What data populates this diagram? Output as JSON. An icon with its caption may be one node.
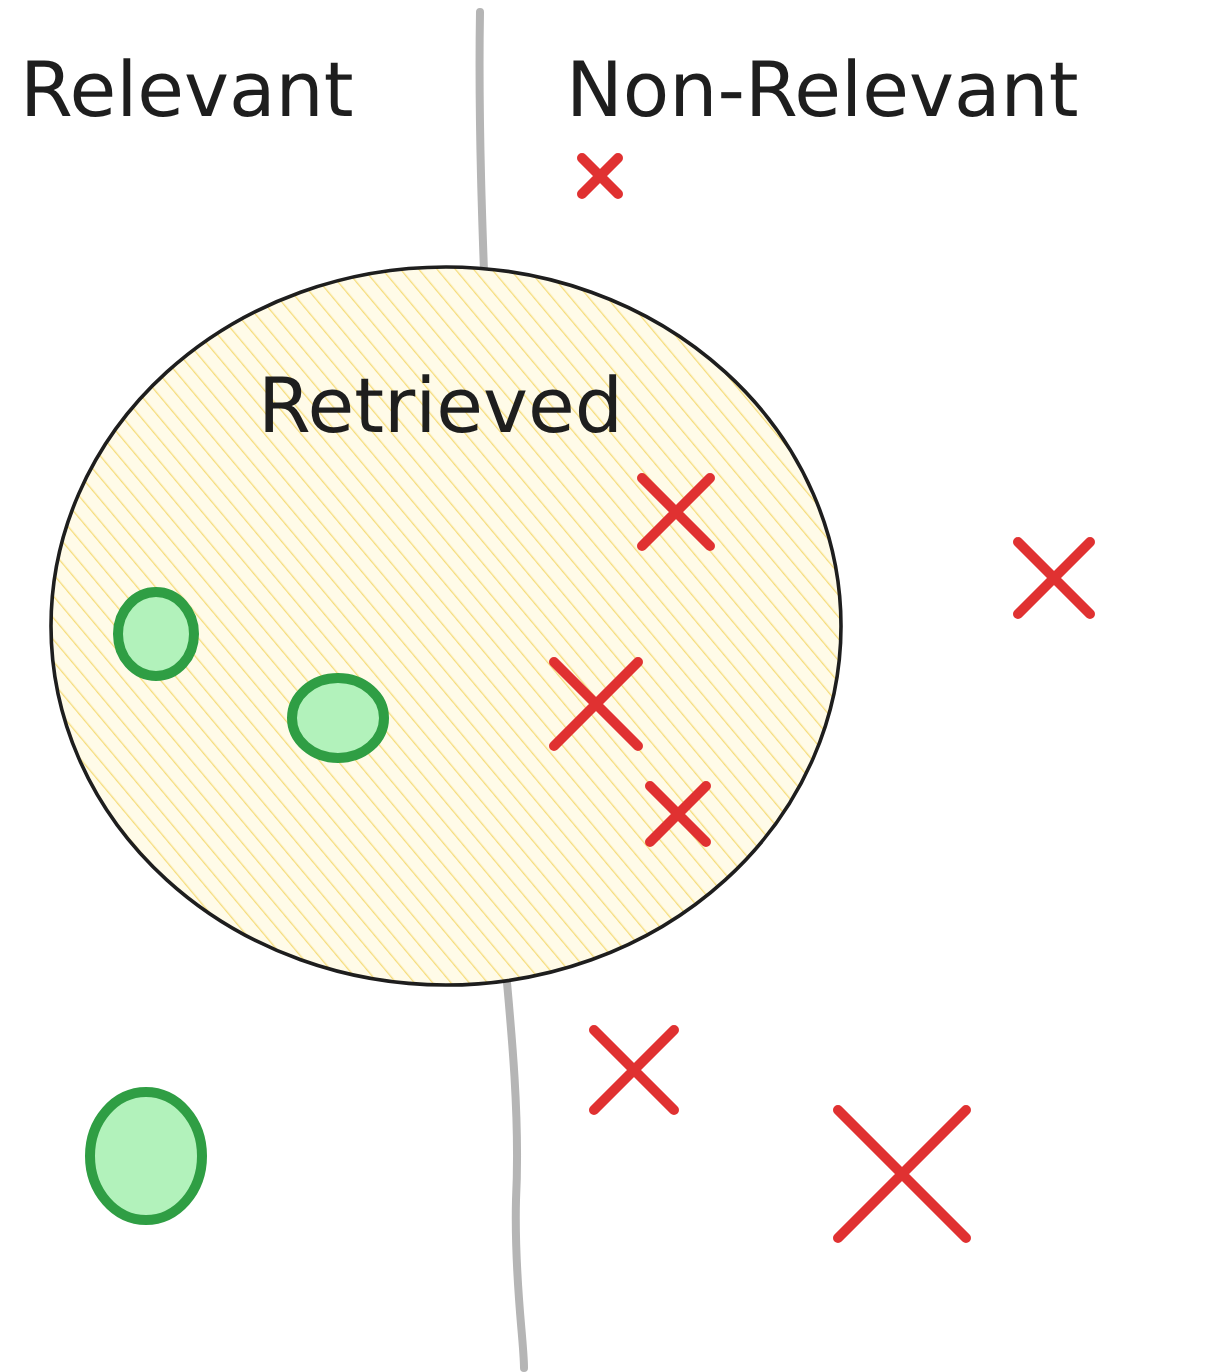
{
  "diagram": {
    "nodes": [
      {
        "text": [
          "Retrieved"
        ]
      }
    ],
    "labels": [
      "Relevant",
      "Non-Relevant"
    ]
  }
}
